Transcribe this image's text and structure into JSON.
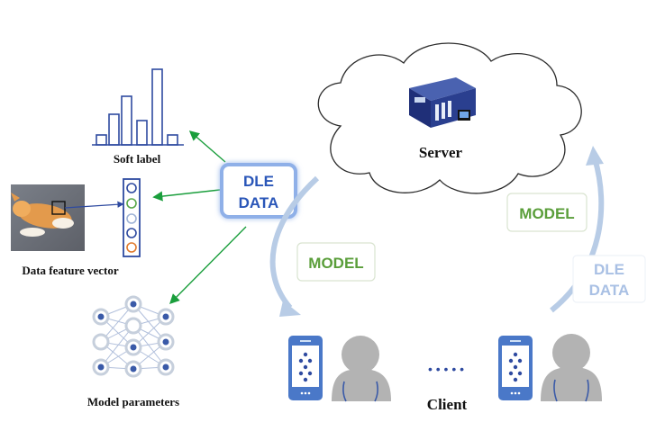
{
  "labels": {
    "soft_label": "Soft label",
    "data_feature_vector": "Data feature vector",
    "model_parameters": "Model parameters",
    "server": "Server",
    "client": "Client",
    "dle_line1": "DLE",
    "dle_line2": "DATA",
    "model_left": "MODEL",
    "model_right": "MODEL",
    "dle_right_line1": "DLE",
    "dle_right_line2": "DATA",
    "ellipsis": "• • • • •"
  },
  "colors": {
    "bar_blue": "#2e4aa0",
    "arrow_green": "#1a9e3c",
    "dle_blue": "#2a56b8",
    "model_green": "#5a9e3a",
    "pale_arrow": "#b8cce6",
    "cloud_stroke": "#2b2b2b",
    "server_blue": "#2a3f8f",
    "person_gray": "#b3b3b3",
    "phone_blue": "#4a78c8"
  },
  "icons": [
    "server-icon",
    "cloud-icon",
    "phone-icon",
    "person-icon",
    "cat-photo",
    "neural-network-icon",
    "histogram-icon",
    "feature-vector-icon"
  ]
}
